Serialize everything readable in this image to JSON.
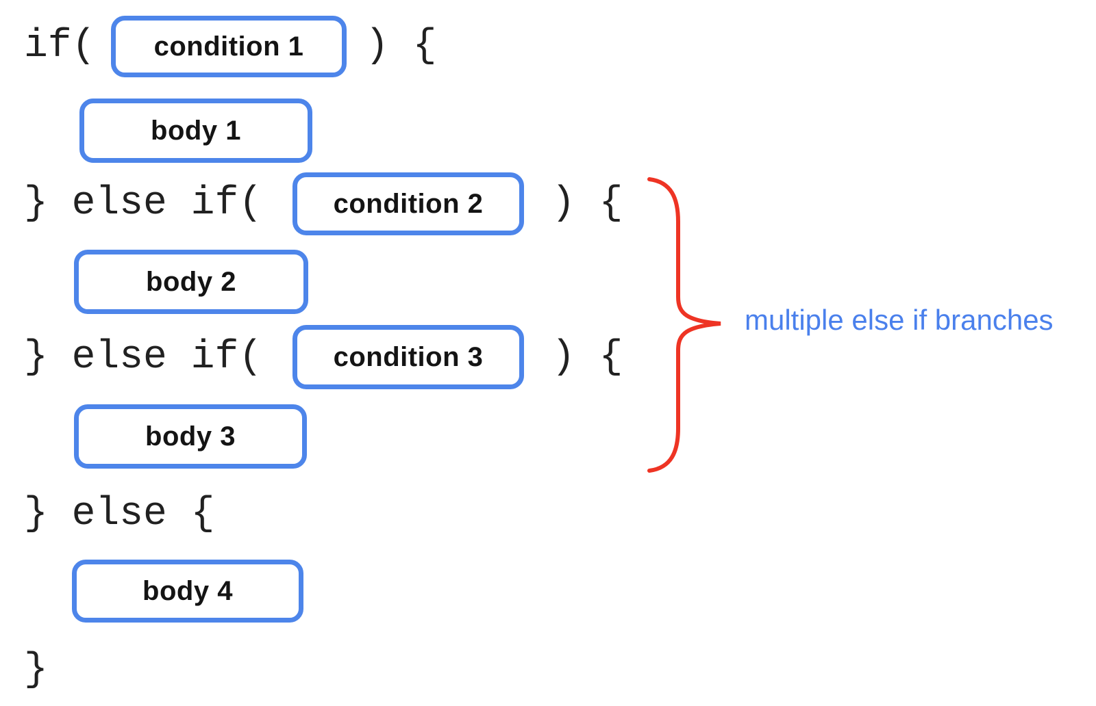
{
  "colors": {
    "box_border_blue": "#4d85ea",
    "brace_red": "#ee3424",
    "annotation_blue": "#4a80ec",
    "code_text": "#212121",
    "box_text": "#141414",
    "background": "#ffffff"
  },
  "code": {
    "line1_prefix": "if(",
    "line1_suffix": ") {",
    "line3_prefix": "} else if(",
    "line3_suffix": ") {",
    "line5_prefix": "} else if(",
    "line5_suffix": ") {",
    "line7": "} else {",
    "line9": "}"
  },
  "boxes": {
    "condition1": "condition 1",
    "body1": "body 1",
    "condition2": "condition 2",
    "body2": "body 2",
    "condition3": "condition 3",
    "body3": "body 3",
    "body4": "body 4"
  },
  "annotation": {
    "label": "multiple else if branches"
  }
}
